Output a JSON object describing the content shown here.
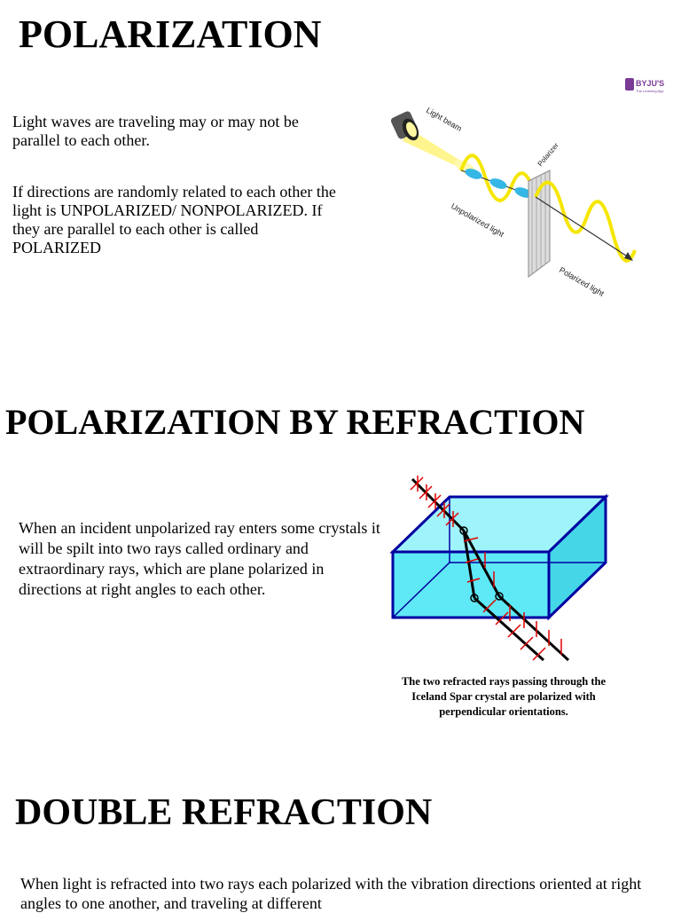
{
  "sections": [
    {
      "heading": "POLARIZATION",
      "paragraphs": [
        "Light waves are traveling may or may not be parallel to each other.",
        "If directions are randomly related to each other the light is UNPOLARIZED/ NONPOLARIZED. If they are parallel to each other is called POLARIZED"
      ],
      "figure": {
        "brand": "BYJU'S",
        "brand_tagline": "The Learning App",
        "labels": {
          "light_beam": "Light beam",
          "polarizer": "Polarizer",
          "unpolarized": "Unpolarized light",
          "polarized": "Polarized light"
        }
      }
    },
    {
      "heading": "POLARIZATION BY REFRACTION",
      "paragraphs": [
        "When an incident unpolarized ray enters some crystals it will be spilt into two rays called ordinary and extraordinary rays, which are plane polarized in directions at right angles to each other."
      ],
      "figure": {
        "caption": "The two refracted rays passing through the Iceland Spar crystal are polarized with perpendicular orientations."
      }
    },
    {
      "heading": "DOUBLE REFRACTION",
      "paragraphs": [
        "When light is refracted into two rays each polarized with the vibration directions oriented at right angles to one another, and traveling at different"
      ]
    }
  ],
  "colors": {
    "wave_yellow": "#f5e600",
    "wave_cyan": "#35b7e6",
    "crystal_fill": "#5fe8f5",
    "crystal_edge": "#0000a0",
    "arrow_red": "#e00000",
    "brand_purple": "#7a3a96"
  }
}
